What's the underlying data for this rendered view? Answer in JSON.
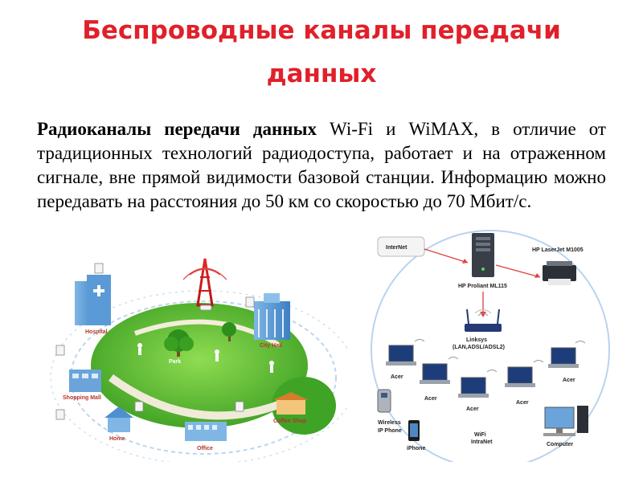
{
  "slide": {
    "title_line1": "Беспроводные каналы передачи",
    "title_line2": "данных",
    "body_bold": "Радиоканалы передачи данных",
    "body_rest": " Wi-Fi и WiMAX, в отличие от традиционных технологий радиодоступа, работает и на отраженном сигнале, вне прямой видимости базовой станции. Информацию можно  передавать на расстояния до 50 км со скоростью до 70 Мбит/с."
  },
  "left_illustration": {
    "labels": {
      "hospital": "Hospital",
      "city_hall": "City Hall",
      "park": "Park",
      "shopping_mall": "Shopping Mall",
      "home": "Home",
      "office": "Office",
      "coffee_shop": "Coffee Shop"
    }
  },
  "right_diagram": {
    "labels": {
      "internet": "InterNet",
      "server": "HP Proliant ML115",
      "printer": "HP LaserJet M1005",
      "router_line1": "Linksys",
      "router_line2": "(LAN,ADSL/ADSL2)",
      "acer": "Acer",
      "wireless_line1": "Wireless",
      "wireless_line2": "IP Phone",
      "iphone": "iPhone",
      "wifi_line1": "WiFi",
      "wifi_line2": "IntraNet",
      "computer": "Computer"
    },
    "colors": {
      "ring": "#b9d3ef",
      "arrow": "#e04040"
    }
  }
}
